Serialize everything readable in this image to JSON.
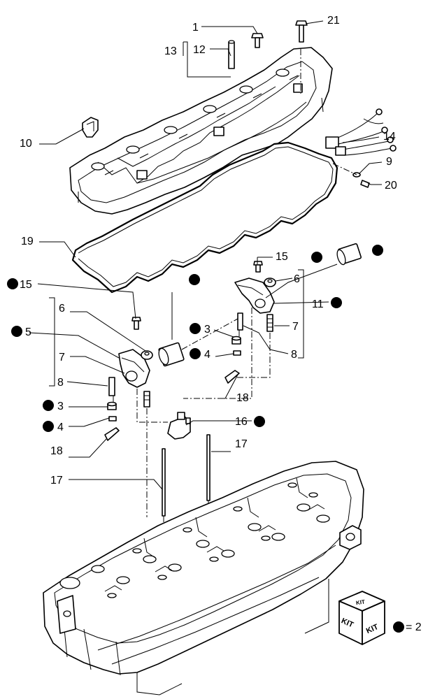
{
  "callouts": {
    "c1": "1",
    "c21": "21",
    "c13": "13",
    "c12": "12",
    "c10": "10",
    "c14": "14",
    "c9": "9",
    "c20": "20",
    "c19": "19",
    "c15_right": "15",
    "c6_right": "6",
    "c11": "11",
    "c7_right": "7",
    "c8_right": "8",
    "c15_left": "15",
    "c6_left": "6",
    "c5": "5",
    "c3_mid": "3",
    "c4_mid": "4",
    "c7_left": "7",
    "c8_left": "8",
    "c3_left": "3",
    "c4_left": "4",
    "c18_right": "18",
    "c16": "16",
    "c18_left": "18",
    "c17_right": "17",
    "c17_left": "17"
  },
  "legend": {
    "kit_top": "KIT",
    "kit_left": "KIT",
    "kit_right": "KIT",
    "equals_text": "= 2"
  },
  "colors": {
    "ink": "#000000",
    "paper": "#ffffff"
  }
}
